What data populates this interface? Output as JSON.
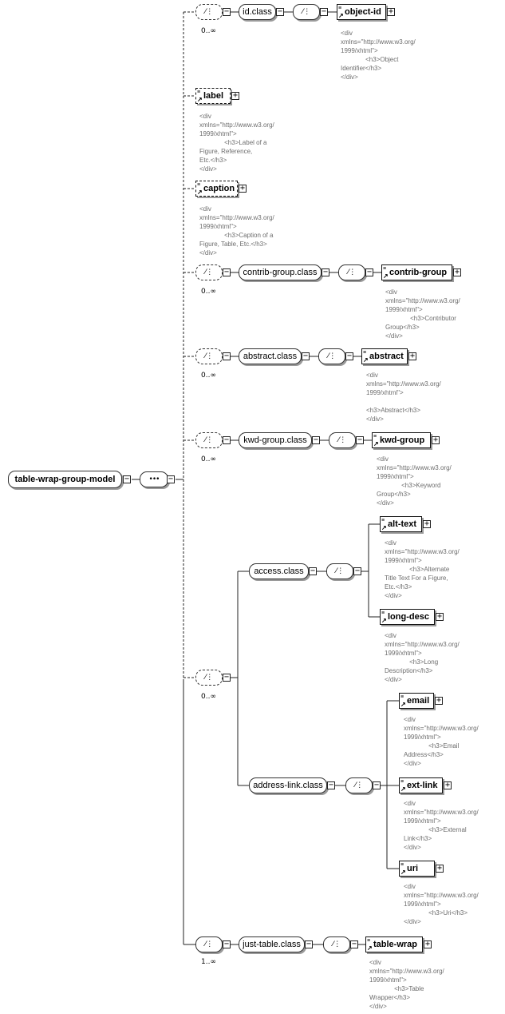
{
  "root": {
    "label": "table-wrap-group-model"
  },
  "sequence_symbol": "•••",
  "choice_symbol": "⁄⋮",
  "collapse_symbol": "−",
  "expand_symbol": "+",
  "doc_icon": "≡",
  "ref_icon": "↗",
  "occurrences": {
    "zero_many": "0..∞",
    "one_many": "1..∞"
  },
  "groups": {
    "id_class": "id.class",
    "contrib_group_class": "contrib-group.class",
    "abstract_class": "abstract.class",
    "kwd_group_class": "kwd-group.class",
    "access_class": "access.class",
    "address_link_class": "address-link.class",
    "just_table_class": "just-table.class"
  },
  "elements": {
    "object_id": "object-id",
    "label": "label",
    "caption": "caption",
    "contrib_group": "contrib-group",
    "abstract": "abstract",
    "kwd_group": "kwd-group",
    "alt_text": "alt-text",
    "long_desc": "long-desc",
    "email": "email",
    "ext_link": "ext-link",
    "uri": "uri",
    "table_wrap": "table-wrap"
  },
  "annotations": {
    "object_id": "<div\nxmlns=\"http://www.w3.org/\n1999/xhtml\">\n              <h3>Object\nIdentifier</h3>\n</div>",
    "label": "<div\nxmlns=\"http://www.w3.org/\n1999/xhtml\">\n              <h3>Label of a\nFigure, Reference,\nEtc.</h3>\n</div>",
    "caption": "<div\nxmlns=\"http://www.w3.org/\n1999/xhtml\">\n              <h3>Caption of a\nFigure, Table, Etc.</h3>\n</div>",
    "contrib_group": "<div\nxmlns=\"http://www.w3.org/\n1999/xhtml\">\n              <h3>Contributor\nGroup</h3>\n</div>",
    "abstract": "<div\nxmlns=\"http://www.w3.org/\n1999/xhtml\">\n\n<h3>Abstract</h3>\n</div>",
    "kwd_group": "<div\nxmlns=\"http://www.w3.org/\n1999/xhtml\">\n              <h3>Keyword\nGroup</h3>\n</div>",
    "alt_text": "<div\nxmlns=\"http://www.w3.org/\n1999/xhtml\">\n              <h3>Alternate\nTitle Text For a Figure,\nEtc.</h3>\n</div>",
    "long_desc": "<div\nxmlns=\"http://www.w3.org/\n1999/xhtml\">\n              <h3>Long\nDescription</h3>\n</div>",
    "email": "<div\nxmlns=\"http://www.w3.org/\n1999/xhtml\">\n              <h3>Email\nAddress</h3>\n</div>",
    "ext_link": "<div\nxmlns=\"http://www.w3.org/\n1999/xhtml\">\n              <h3>External\nLink</h3>\n</div>",
    "uri": "<div\nxmlns=\"http://www.w3.org/\n1999/xhtml\">\n              <h3>Uri</h3>\n</div>",
    "table_wrap": "<div\nxmlns=\"http://www.w3.org/\n1999/xhtml\">\n              <h3>Table\nWrapper</h3>\n</div>"
  }
}
